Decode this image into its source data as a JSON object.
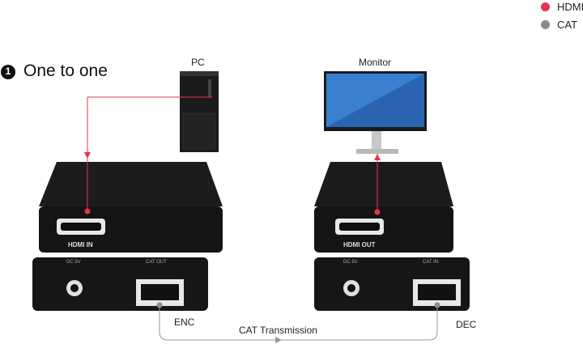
{
  "legend": [
    {
      "label": "HDMI",
      "color": "#e8334f"
    },
    {
      "label": "CAT",
      "color": "#868d8c"
    }
  ],
  "section": {
    "number": "1",
    "title": "One to one"
  },
  "devices": {
    "pc": {
      "label": "PC"
    },
    "monitor": {
      "label": "Monitor"
    },
    "encoder": {
      "label": "ENC",
      "port_label": "HDMI IN",
      "power_label": "DC 5V",
      "cat_label": "CAT OUT"
    },
    "decoder": {
      "label": "DEC",
      "port_label": "HDMI OUT",
      "power_label": "DC 5V",
      "cat_label": "CAT IN"
    }
  },
  "link": {
    "label": "CAT Transmission"
  }
}
